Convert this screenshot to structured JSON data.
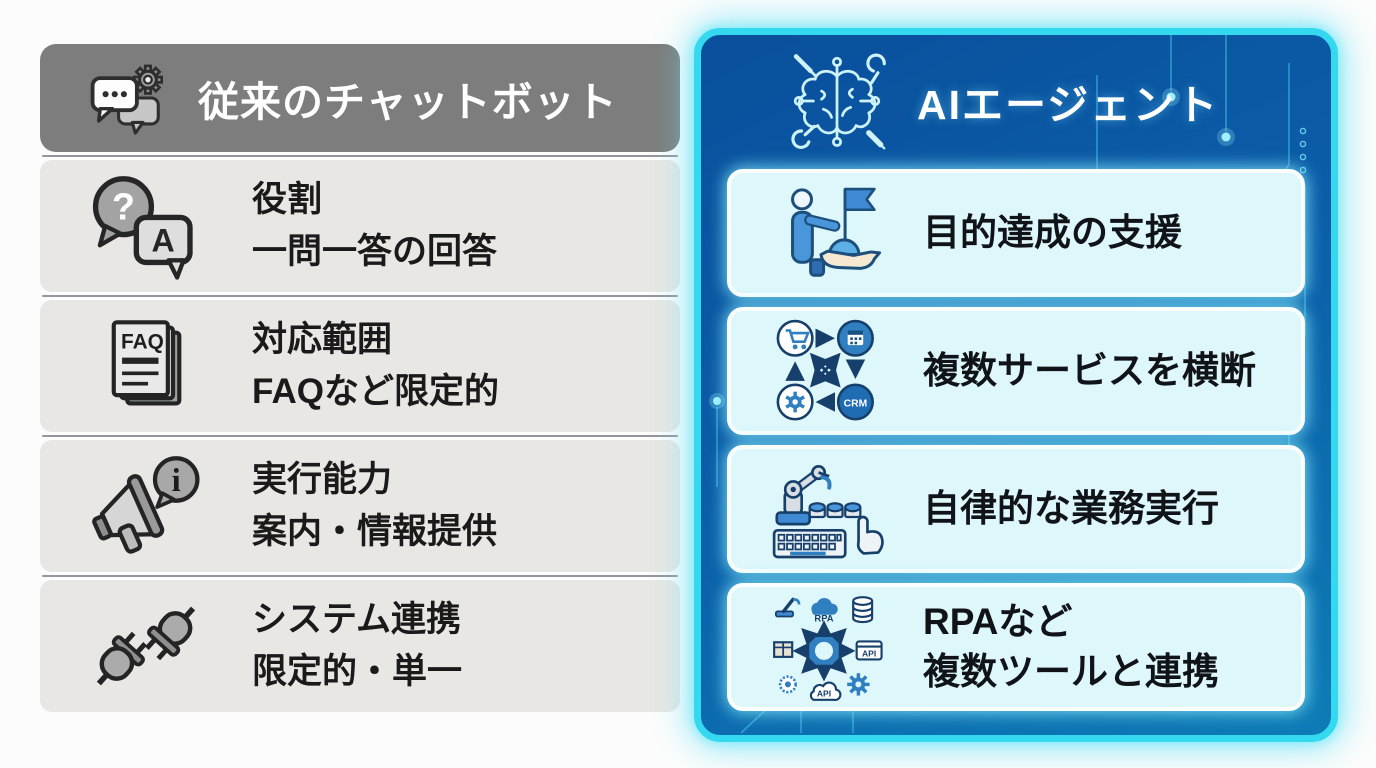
{
  "page": {
    "bg": "#fcfcfc"
  },
  "colors": {
    "accent_cyan": "#35d9ef",
    "panel_blue_top": "#0a4f9c",
    "panel_blue_bottom": "#0e7cb6",
    "card_bg": "#def7fb",
    "header_gray": "#7d7d7d",
    "row_gray": "#e8e7e4"
  },
  "left_column": {
    "header": {
      "title": "従来のチャットボット",
      "icon": "chat-bubbles-gear-icon"
    },
    "rows": [
      {
        "icon": "question-answer-bubbles-icon",
        "line1": "役割",
        "line2": "一問一答の回答"
      },
      {
        "icon": "faq-documents-icon",
        "line1": "対応範囲",
        "line2": "FAQなど限定的"
      },
      {
        "icon": "megaphone-info-icon",
        "line1": "実行能力",
        "line2": "案内・情報提供"
      },
      {
        "icon": "plug-connectors-icon",
        "line1": "システム連携",
        "line2": "限定的・単一"
      }
    ]
  },
  "right_panel": {
    "header": {
      "title": "AIエージェント",
      "icon": "brain-tools-icon"
    },
    "cards": [
      {
        "icon": "goal-achievement-support-icon",
        "line1": "目的達成の支援"
      },
      {
        "icon": "cross-service-arrows-icon",
        "line1": "複数サービスを横断"
      },
      {
        "icon": "robot-arm-keyboard-icon",
        "line1": "自律的な業務実行"
      },
      {
        "icon": "tool-hub-icon",
        "line1": "RPAなど",
        "line2": "複数ツールと連携"
      }
    ]
  },
  "icon_text": {
    "question_mark": "?",
    "answer": "A",
    "faq": "FAQ",
    "info": "i",
    "crm": "CRM",
    "rpa": "RPA",
    "api_window": "API",
    "api_cloud": "API"
  }
}
